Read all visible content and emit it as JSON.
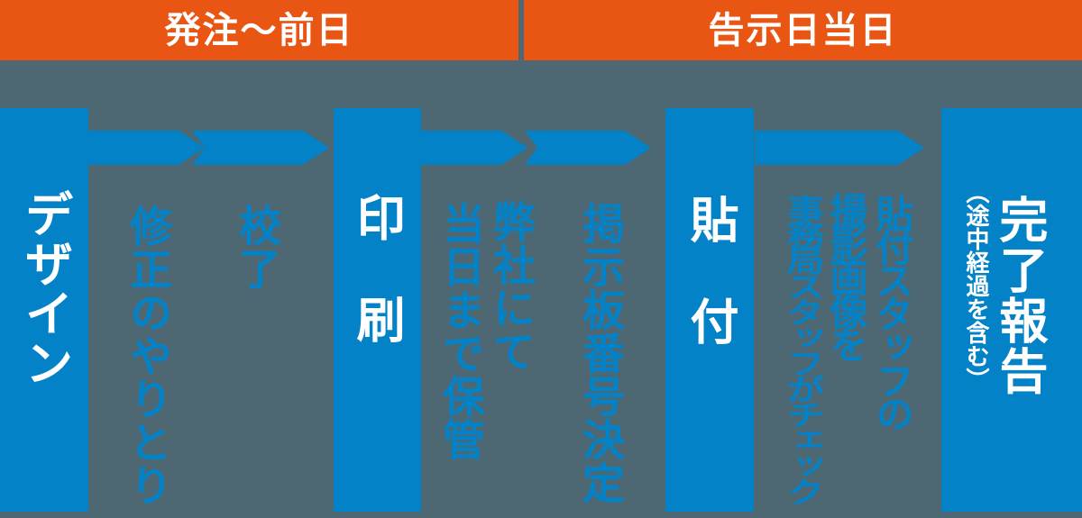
{
  "colors": {
    "orange": "#e95513",
    "blue": "#0482c8",
    "background": "#4d6872",
    "text_white": "#ffffff"
  },
  "timeline": {
    "phases": [
      {
        "label": "発注〜前日"
      },
      {
        "label": "告示日当日"
      }
    ]
  },
  "flow": {
    "steps": [
      {
        "label": "デザイン"
      },
      {
        "label": "印刷"
      },
      {
        "label": "貼付"
      },
      {
        "label": "完了報告",
        "note": "（途中経過を含む）"
      }
    ],
    "substeps": [
      {
        "lines": [
          "修正のやりとり"
        ]
      },
      {
        "lines": [
          "校了"
        ]
      },
      {
        "lines": [
          "弊社にて",
          "当日まで保管"
        ]
      },
      {
        "lines": [
          "掲示板番号決定"
        ]
      },
      {
        "lines": [
          "貼付スタッフの",
          "撮影画像を",
          "事務局スタッフがチェック"
        ]
      }
    ]
  }
}
